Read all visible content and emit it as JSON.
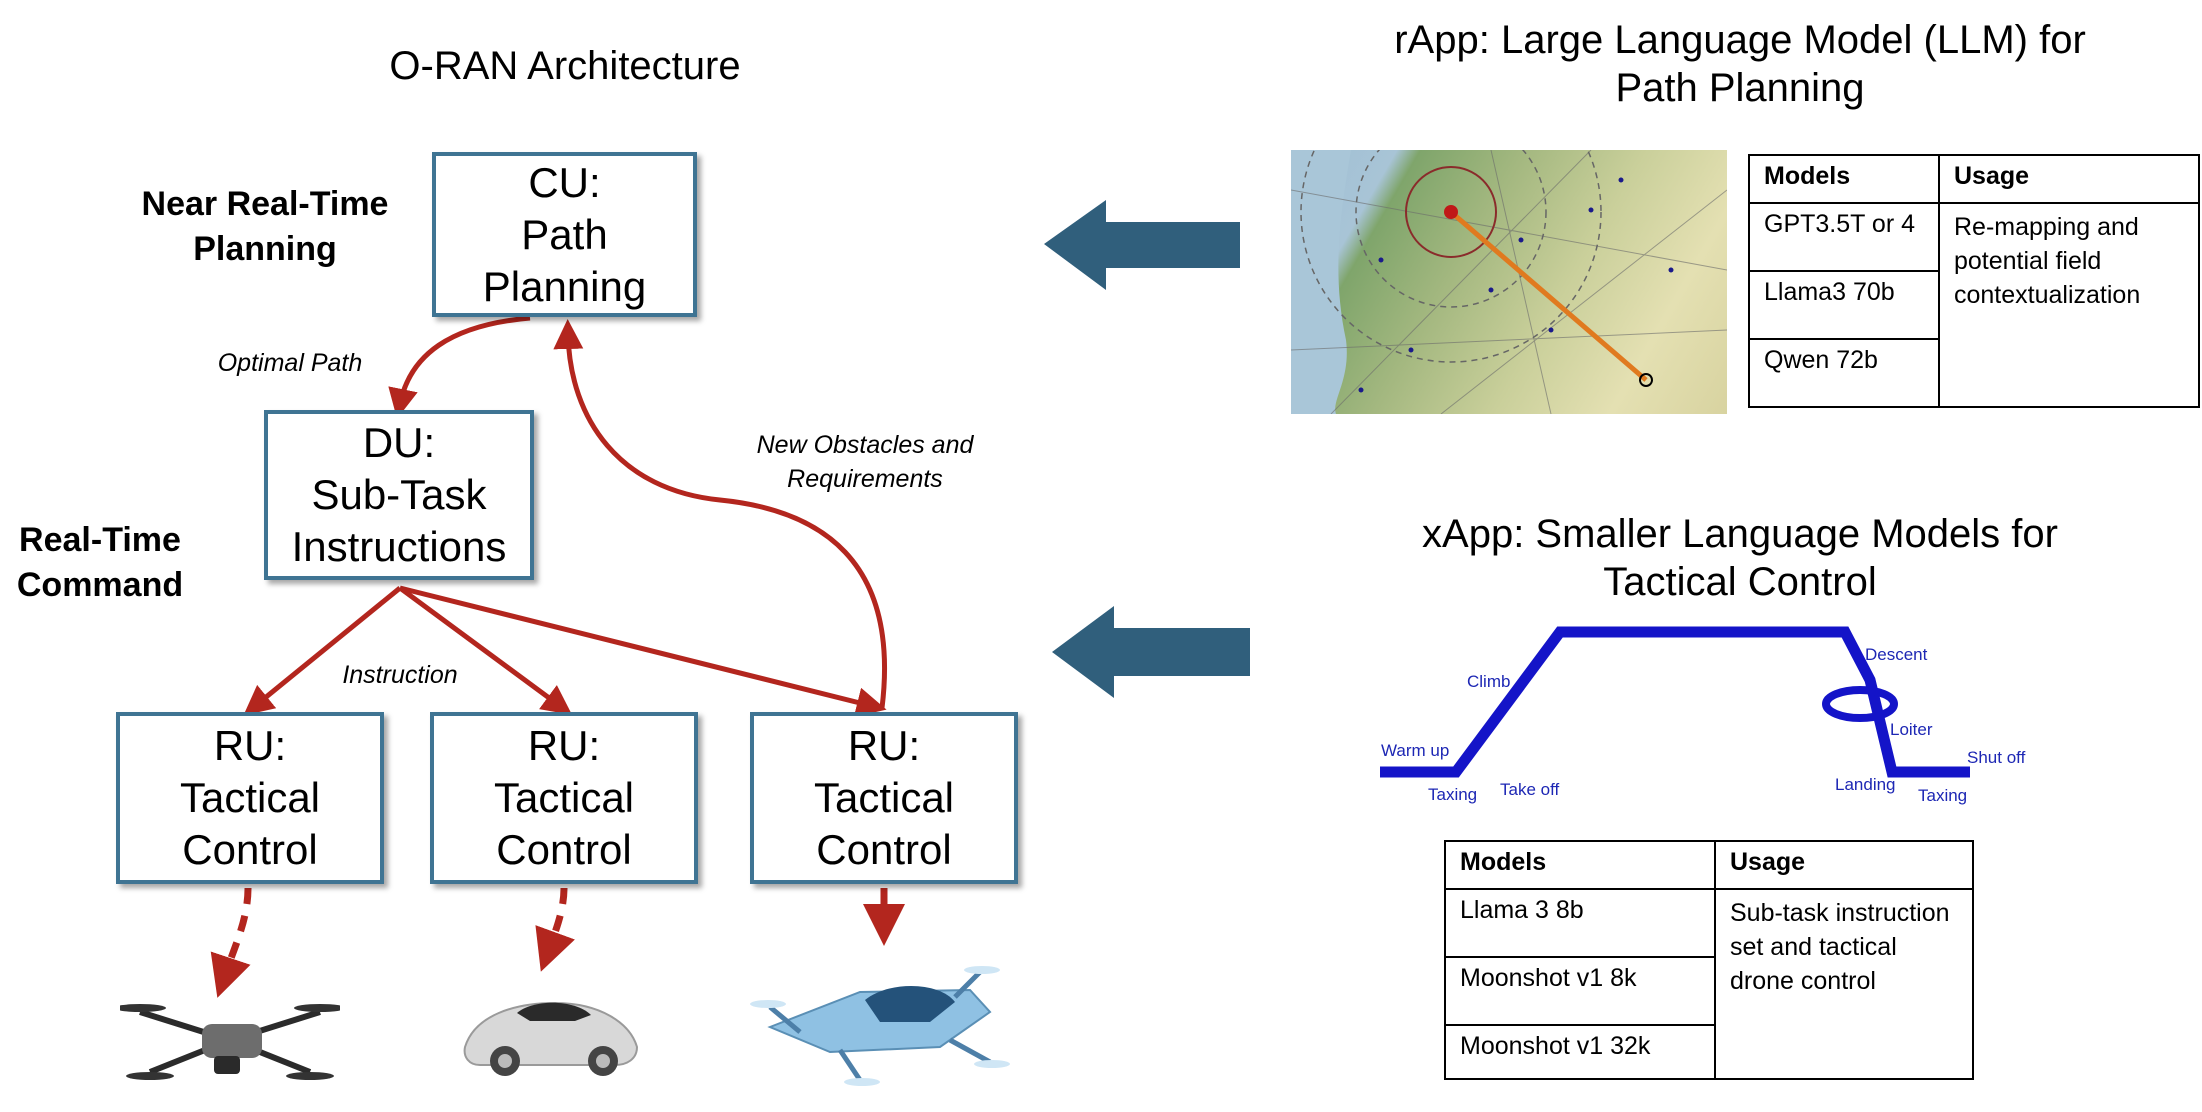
{
  "left": {
    "title": "O-RAN Architecture",
    "near_rt_label": "Near Real-Time Planning",
    "rt_label": "Real-Time Command",
    "cu": {
      "line1": "CU:",
      "line2": "Path",
      "line3": "Planning"
    },
    "du": {
      "line1": "DU:",
      "line2": "Sub-Task",
      "line3": "Instructions"
    },
    "ru": [
      {
        "line1": "RU:",
        "line2": "Tactical",
        "line3": "Control"
      },
      {
        "line1": "RU:",
        "line2": "Tactical",
        "line3": "Control"
      },
      {
        "line1": "RU:",
        "line2": "Tactical",
        "line3": "Control"
      }
    ],
    "optimal_path": "Optimal Path",
    "instruction": "Instruction",
    "new_obstacles_l1": "New Obstacles and",
    "new_obstacles_l2": "Requirements",
    "vehicles": [
      "quadcopter-drone",
      "autonomous-car",
      "flying-taxi"
    ]
  },
  "rapp": {
    "title_l1": "rApp: Large Language Model (LLM) for",
    "title_l2": "Path Planning",
    "table": {
      "headers": [
        "Models",
        "Usage"
      ],
      "models": [
        "GPT3.5T or 4",
        "Llama3 70b",
        "Qwen 72b"
      ],
      "usage": "Re-mapping and potential field contextualization"
    }
  },
  "xapp": {
    "title_l1": "xApp: Smaller Language Models for",
    "title_l2": "Tactical Control",
    "profile": {
      "warm_up": "Warm up",
      "taxing_1": "Taxing",
      "take_off": "Take off",
      "climb": "Climb",
      "descent": "Descent",
      "loiter": "Loiter",
      "landing": "Landing",
      "taxing_2": "Taxing",
      "shut_off": "Shut off"
    },
    "table": {
      "headers": [
        "Models",
        "Usage"
      ],
      "models": [
        "Llama 3 8b",
        "Moonshot v1 8k",
        "Moonshot v1 32k"
      ],
      "usage": "Sub-task instruction set and tactical drone control"
    }
  },
  "colors": {
    "box_border": "#3f7493",
    "arrow_red": "#b3261e",
    "big_arrow": "#305f7c",
    "profile_blue": "#1414c8"
  }
}
